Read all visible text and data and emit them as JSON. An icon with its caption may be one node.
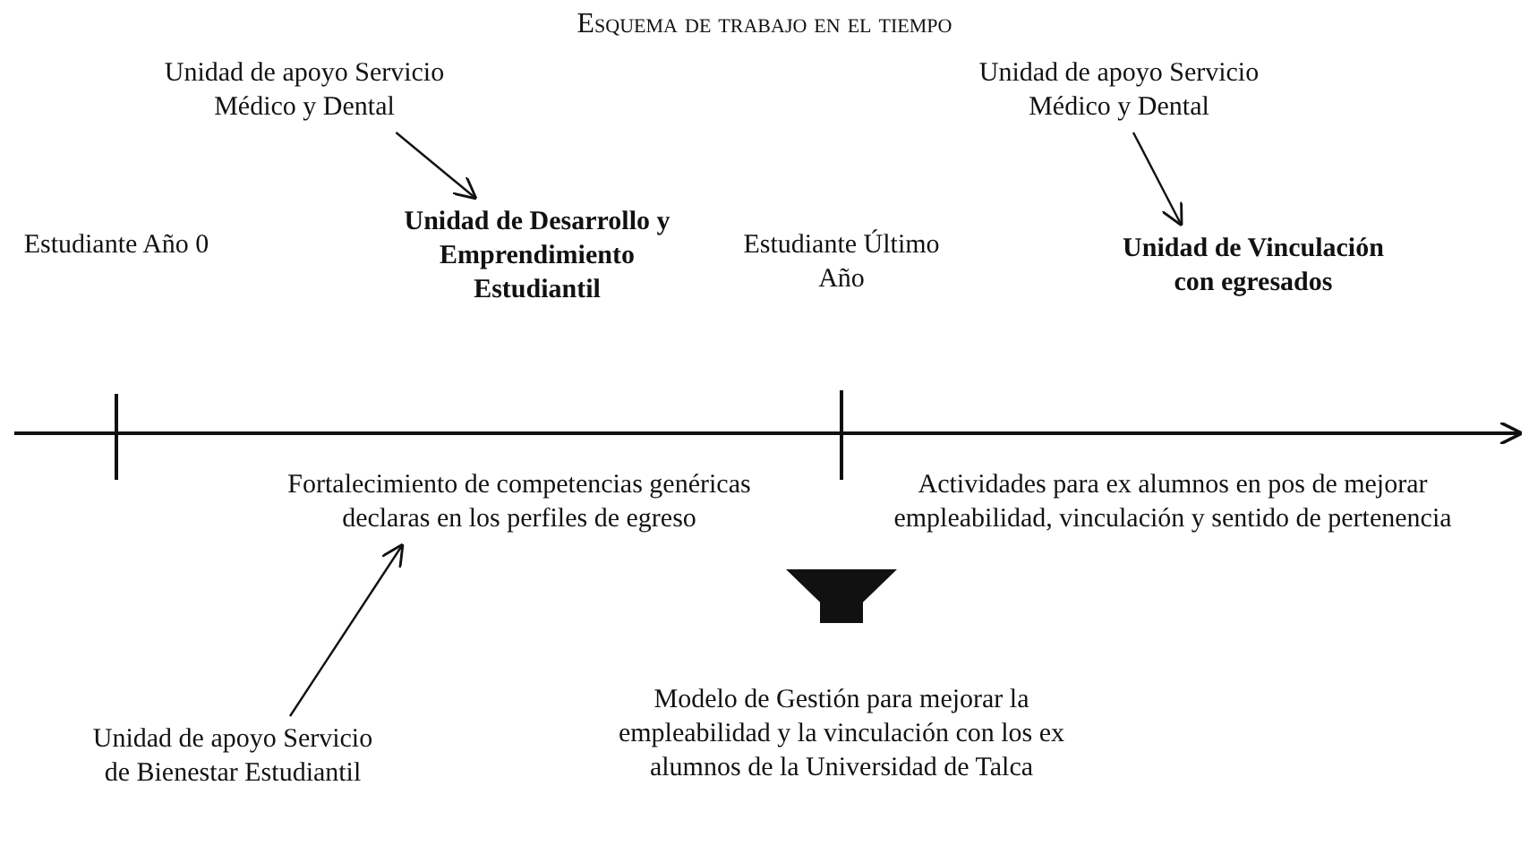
{
  "diagram": {
    "title": "Esquema de trabajo en el tiempo",
    "nodes": [
      {
        "text": [
          "Unidad de apoyo Servicio Médico y Dental"
        ]
      },
      {
        "text": [
          "Unidad de apoyo Servicio Médico y Dental"
        ]
      },
      {
        "text": [
          "Unidad de Desarrollo y Emprendimiento Estudiantil"
        ]
      },
      {
        "text": [
          "Unidad de Vinculación con egresados"
        ]
      },
      {
        "text": [
          "Fortalecimiento de competencias genéricas declaras en los perfiles de egreso"
        ]
      },
      {
        "text": [
          "Actividades para ex alumnos en pos de mejorar empleabilidad, vinculación y sentido de pertenencia"
        ]
      },
      {
        "text": [
          "Modelo de Gestión para mejorar la empleabilidad y la vinculación con los ex alumnos de la Universidad de Talca"
        ]
      },
      {
        "text": [
          "Unidad de apoyo Servicio de Bienestar Estudiantil"
        ]
      }
    ],
    "edges": [
      {
        "from": 0,
        "to": 2,
        "arrow": "to"
      },
      {
        "from": 1,
        "to": 3,
        "arrow": "to"
      },
      {
        "from": 7,
        "to": 4,
        "arrow": "to"
      },
      {
        "from": null,
        "to": 6,
        "arrow": "to",
        "style": "thick"
      }
    ],
    "labels": [
      "Estudiante Año 0",
      "Estudiante Último Año"
    ]
  }
}
